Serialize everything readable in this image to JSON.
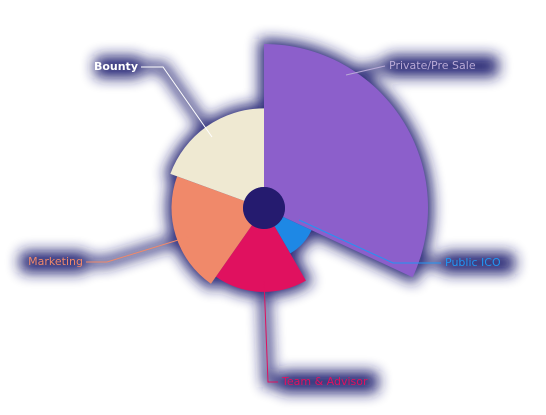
{
  "chart_data": {
    "type": "nightingale-rose",
    "title": "",
    "slices": [
      {
        "name": "Private/Pre Sale",
        "value": 100,
        "color": "#8c5fcb",
        "label_color": "#b9aad6",
        "angle_start_deg": 0,
        "angle_end_deg": 115
      },
      {
        "name": "Public ICO",
        "value": 22,
        "color": "#1e88e5",
        "label_color": "#2196f3",
        "angle_start_deg": 115,
        "angle_end_deg": 150
      },
      {
        "name": "Team & Advisor",
        "value": 44,
        "color": "#e0115f",
        "label_color": "#e0115f",
        "angle_start_deg": 150,
        "angle_end_deg": 215
      },
      {
        "name": "Marketing",
        "value": 50,
        "color": "#f0896a",
        "label_color": "#f0896a",
        "angle_start_deg": 215,
        "angle_end_deg": 290
      },
      {
        "name": "Bounty",
        "value": 55,
        "color": "#efe9d2",
        "label_color": "#ffffff",
        "angle_start_deg": 290,
        "angle_end_deg": 360
      }
    ],
    "shadow_color": "#1c1a6e",
    "center_hole_color": "#251b6f"
  }
}
